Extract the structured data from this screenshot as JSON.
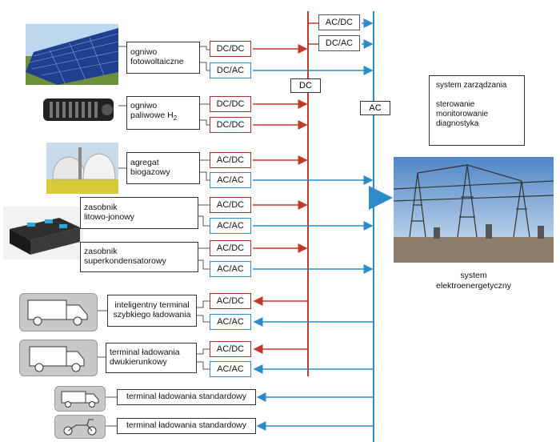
{
  "sources": {
    "pv": {
      "line1": "ogniwo",
      "line2": "fotowoltaiczne"
    },
    "fuelcell": {
      "line1": "ogniwo",
      "line2": "paliwowe H",
      "sub": "2"
    },
    "biogas": {
      "line1": "agregat",
      "line2": "biogazowy"
    },
    "lithium": {
      "line1": "zasobnik",
      "line2": "litowo-jonowy"
    },
    "supercap": {
      "line1": "zasobnik",
      "line2": "superkondensatorowy"
    },
    "smart_terminal": {
      "line1": "inteligentny terminal",
      "line2": "szybkiego ładowania"
    },
    "bidir_terminal": {
      "line1": "terminal ładowania",
      "line2": "dwukierunkowy"
    },
    "std_terminal_truck": {
      "line1": "terminal ładowania standardowy"
    },
    "std_terminal_scooter": {
      "line1": "terminal ładowania standardowy"
    }
  },
  "converters": {
    "pv_1": "DC/DC",
    "pv_2": "DC/AC",
    "fc_1": "DC/DC",
    "fc_2": "DC/DC",
    "bio_1": "AC/DC",
    "bio_2": "AC/AC",
    "li_1": "AC/DC",
    "li_2": "AC/AC",
    "sc_1": "AC/DC",
    "sc_2": "AC/AC",
    "smart_1": "AC/DC",
    "smart_2": "AC/AC",
    "bidir_1": "AC/DC",
    "bidir_2": "AC/AC",
    "top_1": "AC/DC",
    "top_2": "DC/AC"
  },
  "buses": {
    "dc": "DC",
    "ac": "AC"
  },
  "management": {
    "title": "system zarządzania",
    "line1": "sterowanie",
    "line2": "monitorowanie",
    "line3": "diagnostyka"
  },
  "grid": {
    "line1": "system",
    "line2": "elektroenergetyczny"
  },
  "colors": {
    "dc_line": "#c0392b",
    "ac_line": "#2d8cc8",
    "frame": "#333333"
  }
}
